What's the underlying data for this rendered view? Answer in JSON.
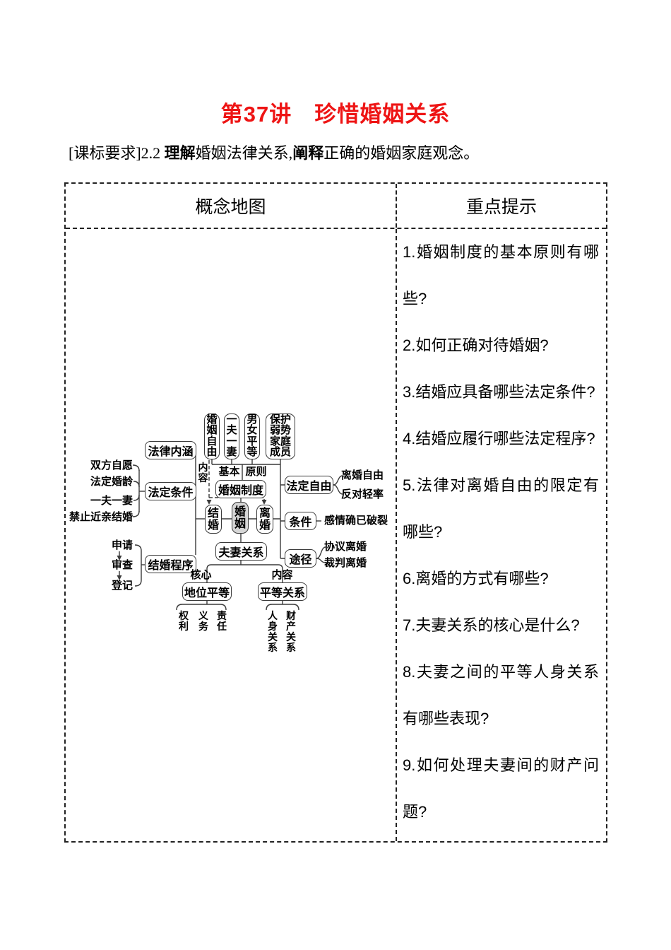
{
  "page": {
    "title": "第37讲　珍惜婚姻关系"
  },
  "requirement": {
    "prefix": "[课标要求]2.2 ",
    "bold1": "理解",
    "mid": "婚姻法律关系,",
    "bold2": "阐释",
    "suffix": "正确的婚姻家庭观念。"
  },
  "table": {
    "left_header": "概念地图",
    "right_header": "重点提示"
  },
  "questions": [
    "1.婚姻制度的基本原则有哪些?",
    "2.如何正确对待婚姻?",
    "3.结婚应具备哪些法定条件?",
    "4.结婚应履行哪些法定程序?",
    "5.法律对离婚自由的限定有哪些?",
    "6.离婚的方式有哪些?",
    "7.夫妻关系的核心是什么?",
    "8.夫妻之间的平等人身关系有哪些表现?",
    "9.如何处理夫妻间的财产问题?"
  ],
  "diagram": {
    "principles": [
      "婚姻自由",
      "一夫一妻",
      "男女平等",
      "保护弱势家庭成员"
    ],
    "label_basic": "基本",
    "label_principle": "原则",
    "label_content": "内容",
    "marriage_system": "婚姻制度",
    "marry": "结婚",
    "marriage": "婚姻",
    "divorce": "离婚",
    "legal_meaning": "法律内涵",
    "legal_conditions": "法定条件",
    "conditions_items": [
      "双方自愿",
      "法定婚龄",
      "一夫一妻",
      "禁止近亲结婚"
    ],
    "marry_procedure": "结婚程序",
    "procedure_items": [
      "申请",
      "审查",
      "登记"
    ],
    "legal_freedom": "法定自由",
    "freedom_items": [
      "离婚自由",
      "反对轻率"
    ],
    "divorce_condition_label": "条件",
    "divorce_condition": "感情确已破裂",
    "divorce_way_label": "途径",
    "way_items": [
      "协议离婚",
      "裁判离婚"
    ],
    "couple_relation": "夫妻关系",
    "label_core": "核心",
    "label_content2": "内容",
    "equal_status": "地位平等",
    "status_items": [
      "权利",
      "义务",
      "责任"
    ],
    "equal_relation": "平等关系",
    "relation_items": [
      "人身关系",
      "财产关系"
    ]
  },
  "colors": {
    "title_red": "#ee1414",
    "line_dark": "#3a3a3a",
    "marriage_box_gray": "#d6d6d6"
  }
}
